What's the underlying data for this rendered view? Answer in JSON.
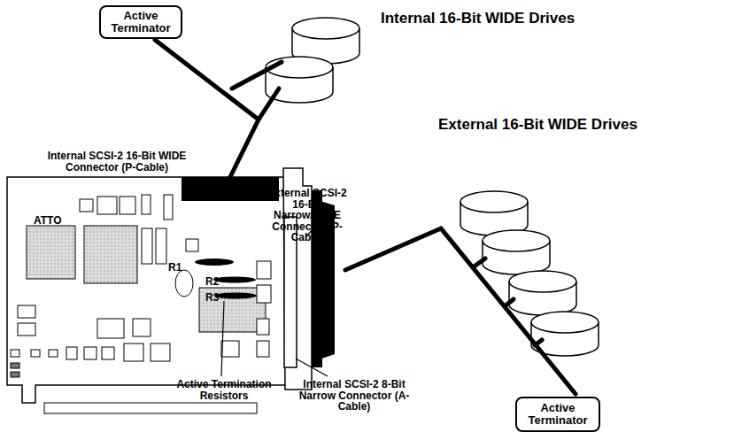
{
  "diagram": {
    "nodes": [
      {
        "text": [
          "Active Terminator"
        ]
      },
      {
        "text": [
          "Active Terminator"
        ]
      }
    ],
    "labels": [
      "Internal 16-Bit WIDE Drives",
      "Internal SCSI-2 16-Bit WIDE Connector (P-Cable)",
      "External SCSI-2 16-Bit Narrow/WIDE Connector (P-Cable)",
      "External 16-Bit WIDE Drives",
      "ATTO",
      "R1",
      "R2",
      "R3",
      "Active Termination Resistors",
      "Internal SCSI-2 8-Bit Narrow Connector (A-Cable)"
    ]
  }
}
